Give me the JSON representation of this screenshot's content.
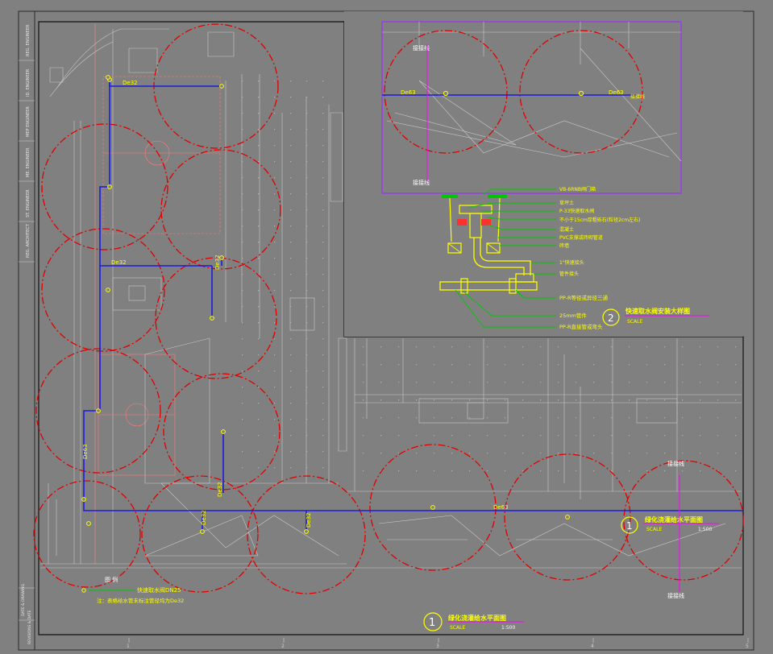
{
  "colors": {
    "background": "#808080",
    "pipe": "#1c1cd8",
    "coverage": "#e00000",
    "annotation": "#ffff00",
    "leader": "#00c800",
    "cut_line": "#ff00ff",
    "frame": "#101010",
    "detail_frame": "#9b30ff"
  },
  "main_plan": {
    "title": "绿化浇灌给水平面图",
    "number": "1",
    "scale_word": "SCALE",
    "scale_value": "1:500",
    "pipe_labels": {
      "top": "De32",
      "mid": "De32",
      "right_drop": "De32",
      "left_main": "De63",
      "lower_drop": "De32",
      "bottom_a": "De32",
      "bottom_b": "De32",
      "bottom_main": "De63"
    },
    "legend_header": "图  例",
    "legend_item": "快速取水阀DN25",
    "legend_note": "注：表格给水管未标注管径均为De32",
    "sprinkler_count": 15
  },
  "secondary_plan": {
    "title": "绿化浇灌给水平面图",
    "number": "1",
    "scale_word": "SCALE",
    "scale_value": "1:500",
    "cut_label_top": "接接线",
    "cut_label_bottom": "接接线"
  },
  "detail_plan": {
    "pipe_left": "De63",
    "pipe_right": "De63",
    "right_tag": "接接线",
    "cut_label_top": "接接线",
    "cut_label_bottom": "接接线"
  },
  "valve_detail": {
    "title": "快速取水阀安装大样图",
    "number": "2",
    "scale_word": "SCALE",
    "callouts": [
      "VB-6RNB阀门箱",
      "草坪土",
      "P-33快速取水阀",
      "不小于15cm厚粗砾石(粒径2cm左右)",
      "混凝土",
      "PVC支撑或砖砌管道",
      "砖墙",
      "1\"快速接头",
      "管件接头",
      "PP-R等径或异径三通",
      "25mm管件",
      "PP-R直接管或弯头"
    ]
  },
  "title_block": {
    "rows": [
      "REG. ENGINEER",
      "ID. ENGINEER",
      "MEP ENGINEER",
      "ME. ENGINEER",
      "ST. ENGINEER",
      "REG. ARCHITECT"
    ],
    "bottom_rows": [
      "DATE & DRAWING",
      "REVISIONS & DATE"
    ]
  },
  "ruler_marks": [
    "1",
    "2",
    "3",
    "4",
    "5"
  ]
}
